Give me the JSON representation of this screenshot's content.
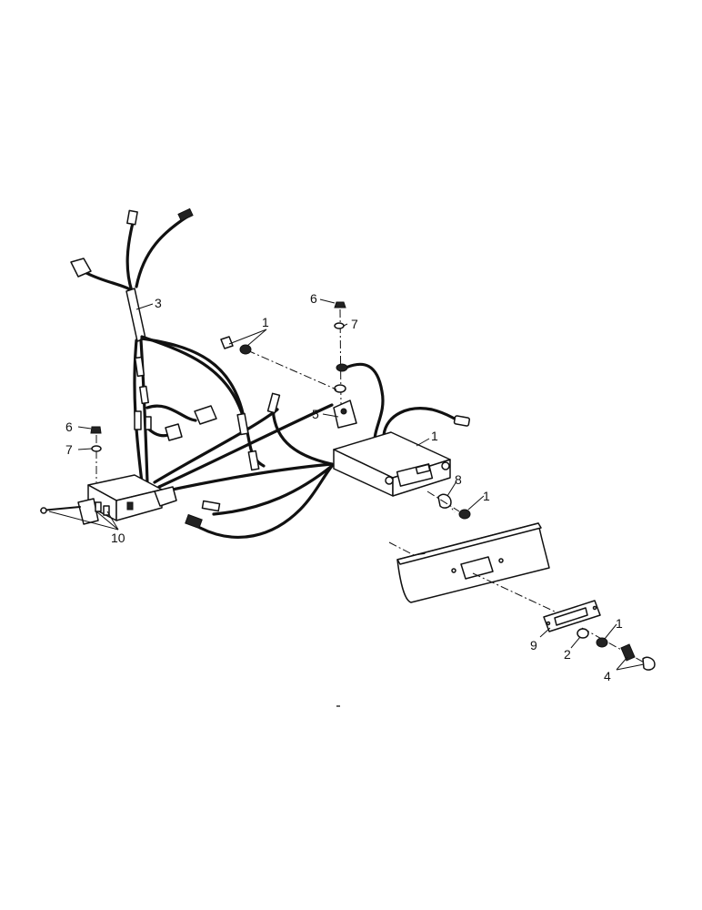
{
  "callouts": {
    "c1_washer_top": "1",
    "c3_harness": "3",
    "c6_top": "6",
    "c7_top": "7",
    "c5_bracket": "5",
    "c6_left": "6",
    "c7_left": "7",
    "c1_box": "1",
    "c8_bulb": "8",
    "c1_right": "1",
    "c10_regulator": "10",
    "c9_bezel": "9",
    "c2_washer": "2",
    "c1_lower": "1",
    "c4_knob": "4"
  }
}
